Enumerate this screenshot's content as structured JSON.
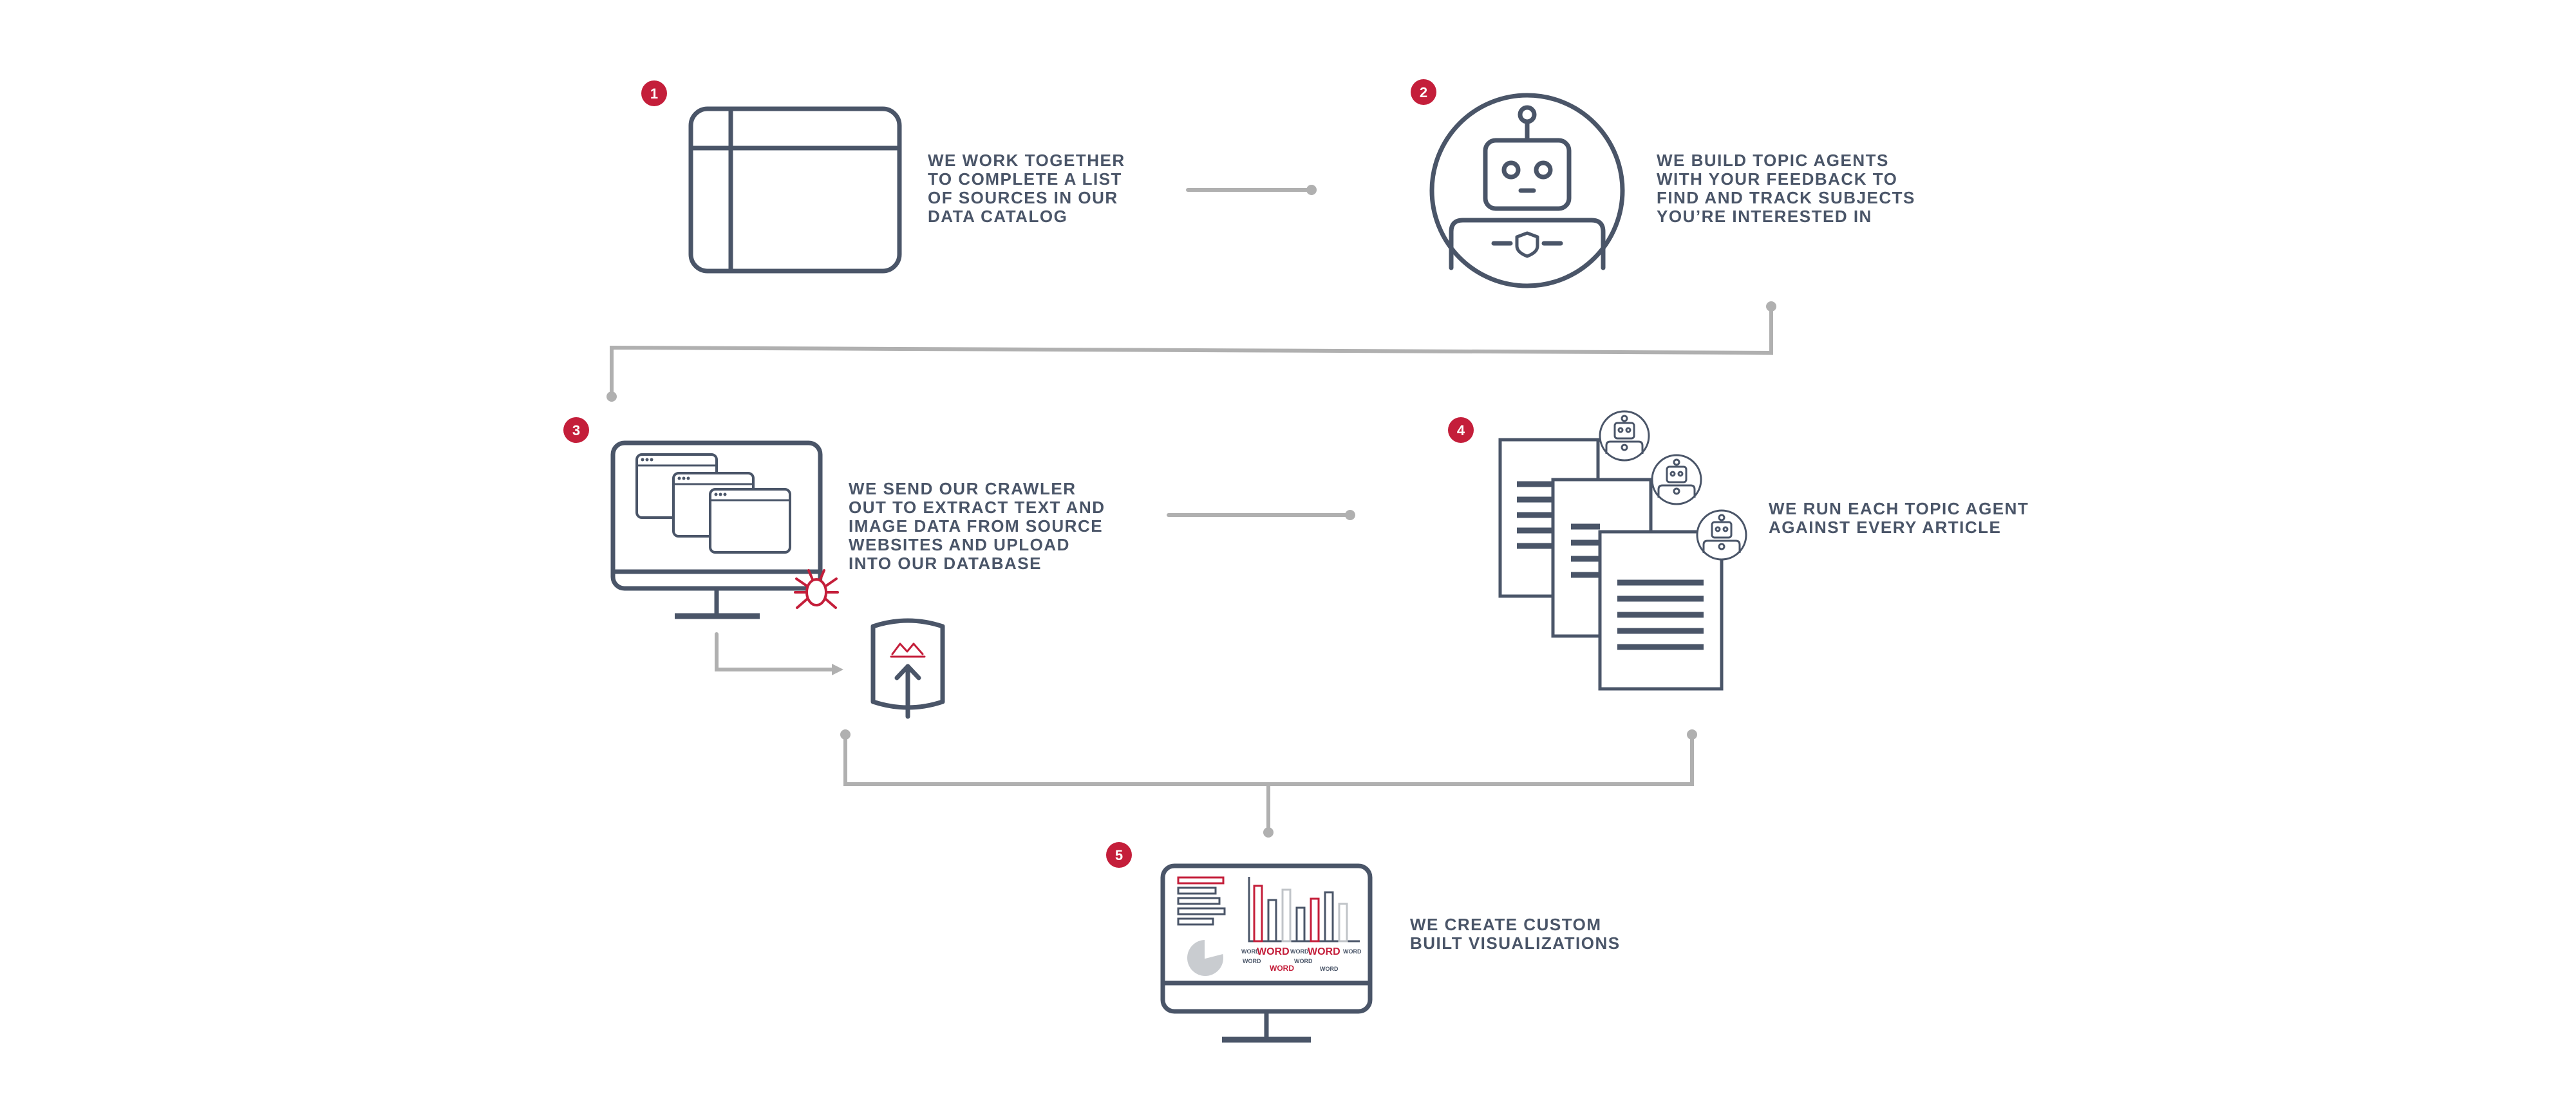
{
  "steps": [
    {
      "number": "1",
      "lines": [
        "WE WORK TOGETHER",
        "TO COMPLETE A LIST",
        "OF SOURCES IN OUR",
        "DATA CATALOG"
      ]
    },
    {
      "number": "2",
      "lines": [
        "WE BUILD TOPIC AGENTS",
        "WITH YOUR FEEDBACK TO",
        "FIND AND TRACK SUBJECTS",
        "YOU’RE INTERESTED IN"
      ]
    },
    {
      "number": "3",
      "lines": [
        "WE SEND OUR CRAWLER",
        "OUT TO EXTRACT TEXT AND",
        "IMAGE DATA FROM SOURCE",
        "WEBSITES AND UPLOAD",
        "INTO OUR DATABASE"
      ]
    },
    {
      "number": "4",
      "lines": [
        "WE RUN EACH TOPIC AGENT",
        "AGAINST EVERY ARTICLE"
      ]
    },
    {
      "number": "5",
      "lines": [
        "WE CREATE CUSTOM",
        "BUILT VISUALIZATIONS"
      ]
    }
  ],
  "word_cloud": [
    "WORD",
    "WORD",
    "WORD",
    "WORD",
    "WORD",
    "WORD",
    "WORD",
    "WORD",
    "WORD"
  ],
  "colors": {
    "badge": "#c41e3a",
    "icon_stroke": "#4a5568",
    "connector": "#b0b0b0",
    "accent_red": "#c41e3a",
    "text": "#4a5568"
  }
}
